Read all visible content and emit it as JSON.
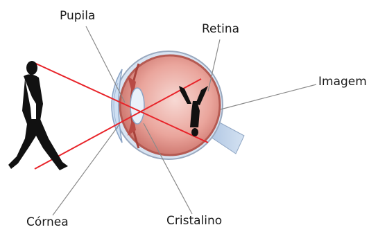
{
  "labels": {
    "pupila": "Pupila",
    "retina": "Retina",
    "imagem": "Imagem",
    "cornea": "Córnea",
    "cristalino": "Cristalino"
  },
  "colors": {
    "ray": "#e8242a",
    "leader_line": "#8a8a8a",
    "silhouette": "#111111",
    "sclera": "#e7a39c",
    "optic_nerve": "#b8cde6",
    "cornea": "#cfe0f3"
  }
}
